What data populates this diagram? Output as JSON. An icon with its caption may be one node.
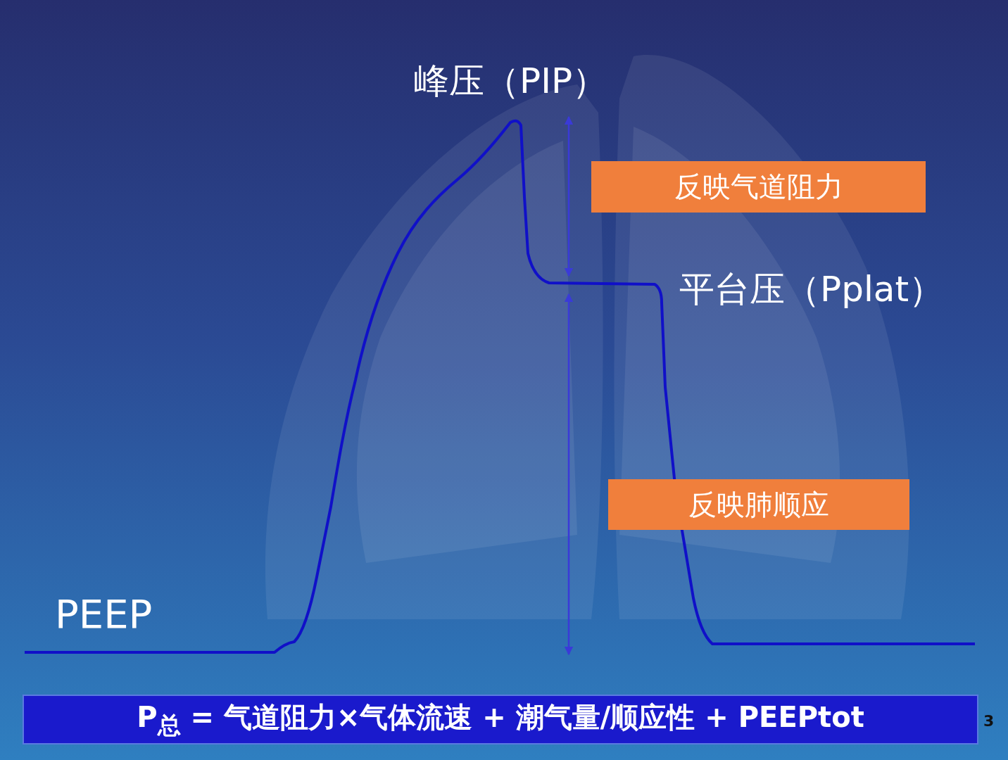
{
  "diagram": {
    "nodes": [
      {
        "text": [
          "反映气道阻力"
        ]
      },
      {
        "text": [
          "反映肺顺应"
        ]
      },
      {
        "text": [
          "P$_{总}$ = 气道阻力×气体流速 + 潮气量/顺应性 + PEEPtot"
        ]
      }
    ],
    "labels": [
      "峰压（PIP）",
      "平台压（Pplat）",
      "PEEP",
      "3"
    ]
  }
}
